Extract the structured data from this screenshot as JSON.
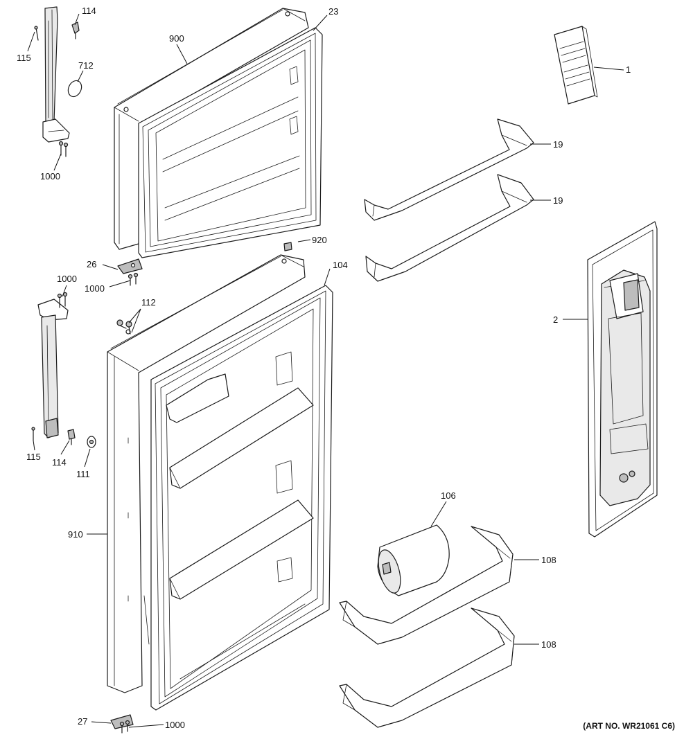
{
  "labels": {
    "p114a": "114",
    "p115a": "115",
    "p712": "712",
    "p1000a": "1000",
    "p900": "900",
    "p23": "23",
    "p1": "1",
    "p19a": "19",
    "p19b": "19",
    "p920": "920",
    "p104": "104",
    "p26": "26",
    "p1000b": "1000",
    "p1000c": "1000",
    "p112": "112",
    "p2": "2",
    "p115b": "115",
    "p114b": "114",
    "p111": "111",
    "p910": "910",
    "p106": "106",
    "p108a": "108",
    "p108b": "108",
    "p27": "27",
    "p1000d": "1000"
  },
  "art_number": "(ART NO. WR21061 C6)"
}
